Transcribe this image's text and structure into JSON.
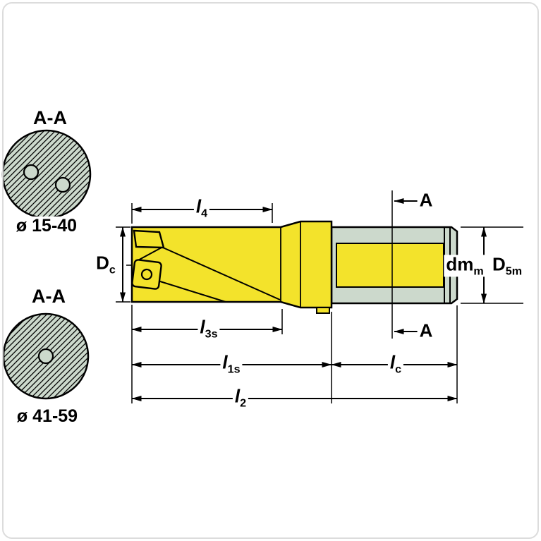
{
  "drawing": {
    "section_views": [
      {
        "title": "A-A",
        "diameter_range": "ø 15-40"
      },
      {
        "title": "A-A",
        "diameter_range": "ø 41-59"
      }
    ],
    "section_markers": {
      "top": "A",
      "bottom": "A"
    },
    "dimension_labels": {
      "l4": {
        "base": "l",
        "sub": "4"
      },
      "Dc": {
        "base": "D",
        "sub": "c"
      },
      "l3s": {
        "base": "l",
        "sub": "3s"
      },
      "l1s": {
        "base": "l",
        "sub": "1s"
      },
      "lc": {
        "base": "l",
        "sub": "c"
      },
      "l2": {
        "base": "l",
        "sub": "2"
      },
      "dmm": {
        "base": "dm",
        "sub": "m"
      },
      "D5m": {
        "base": "D",
        "sub": "5m"
      }
    },
    "colors": {
      "tool_yellow": "#f3e32b",
      "steel_green": "#ccd9cc",
      "outline": "#000000"
    }
  }
}
